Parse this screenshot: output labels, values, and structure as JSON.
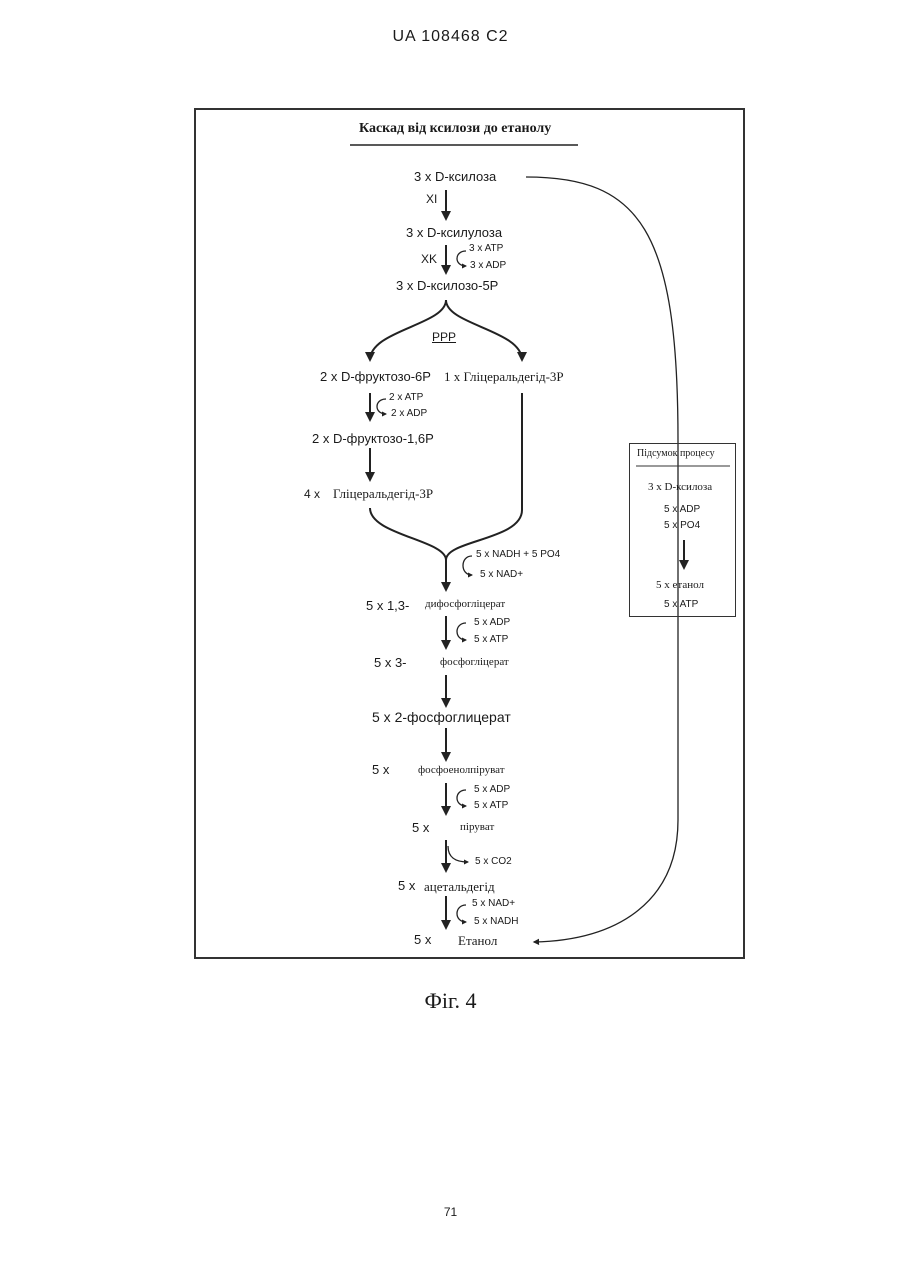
{
  "header": "UA   108468   C2",
  "title": "Каскад від ксилози до етанолу",
  "steps": {
    "xylose": "3 x  D-ксилоза",
    "xylulose": "3 x  D-ксилулоза",
    "xylulose5p": "3 x  D-ксилозо-5P",
    "fructose6p": "2 x D-фруктозо-6P",
    "gap1": "1 x   Гліцеральдегід-3P",
    "fructose16p": "2 x  D-фруктозо-1,6P",
    "gap4_prefix": "4 x",
    "gap4_name": "Гліцеральдегід-3P",
    "bpg_prefix": "5 x 1,3-",
    "bpg_name": "дифосфогліцерат",
    "pg3_prefix": "5 x 3-",
    "pg3_name": "фосфогліцерат",
    "pg2": "5 x 2-фосфоглицерат",
    "pep_prefix": "5 x",
    "pep_name": "фосфоенолпіруват",
    "pyr_prefix": "5 x",
    "pyr_name": "піруват",
    "acet_prefix": "5 x",
    "acet_name": "ацетальдегід",
    "eth_prefix": "5 x",
    "eth_name": "Етанол"
  },
  "enzymes": {
    "xi": "XI",
    "xk": "XK",
    "ppp": "PPP"
  },
  "cofactors": {
    "atp_in_1": "3 x ATP",
    "adp_out_1": "3 x ADP",
    "atp_in_2": "2 x ATP",
    "adp_out_2": "2 x ADP",
    "nadh_in": "5 x NADH + 5 PO4",
    "nad_out": "5 x NAD+",
    "adp_in_3": "5 x ADP",
    "atp_out_3": "5 x ATP",
    "adp_in_4": "5 x ADP",
    "atp_out_4": "5 x ATP",
    "co2_out": "5 x CO2",
    "nad_in": "5 x NAD+",
    "nadh_out": "5 x NADH"
  },
  "summary": {
    "title": "Підсумок процесу",
    "line1": "3 x D-ксилоза",
    "line2": "5 x ADP",
    "line3": "5 x PO4",
    "line4": "5 x етанол",
    "line5": "5 x ATP"
  },
  "caption": "Фіг. 4",
  "page_number": "71"
}
